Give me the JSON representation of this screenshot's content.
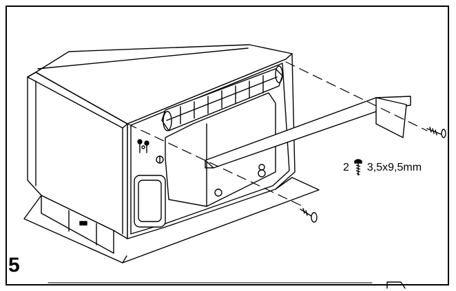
{
  "figure": {
    "step_number": "5",
    "screw_quantity": "2",
    "screw_spec": "3,5x9,5mm",
    "icon": "screw-icon",
    "line_color": "#000000",
    "background": "#ffffff"
  }
}
